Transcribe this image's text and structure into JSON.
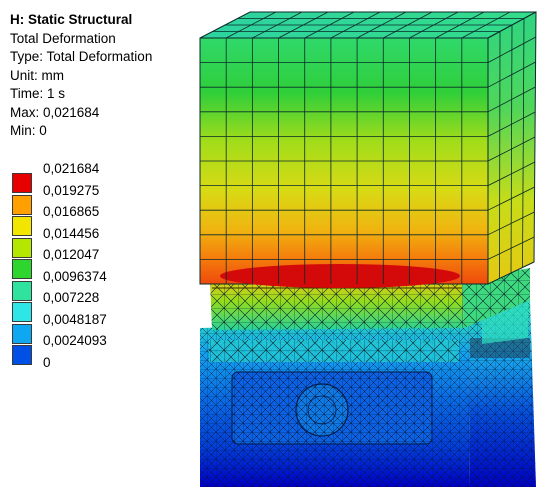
{
  "info": {
    "title": "H: Static Structural",
    "result": "Total Deformation",
    "type": "Type: Total Deformation",
    "unit": "Unit: mm",
    "time": "Time: 1 s",
    "max": "Max: 0,021684",
    "min": "Min: 0"
  },
  "legend": {
    "labels": [
      "0,021684",
      "0,019275",
      "0,016865",
      "0,014456",
      "0,012047",
      "0,0096374",
      "0,007228",
      "0,0048187",
      "0,0024093",
      "0"
    ],
    "colors": [
      "#e60000",
      "#ff9f00",
      "#f2e600",
      "#b4e600",
      "#2ed52e",
      "#2fe39f",
      "#2ee6e6",
      "#0ea7f0",
      "#0050e6",
      "#0000d2"
    ]
  }
}
